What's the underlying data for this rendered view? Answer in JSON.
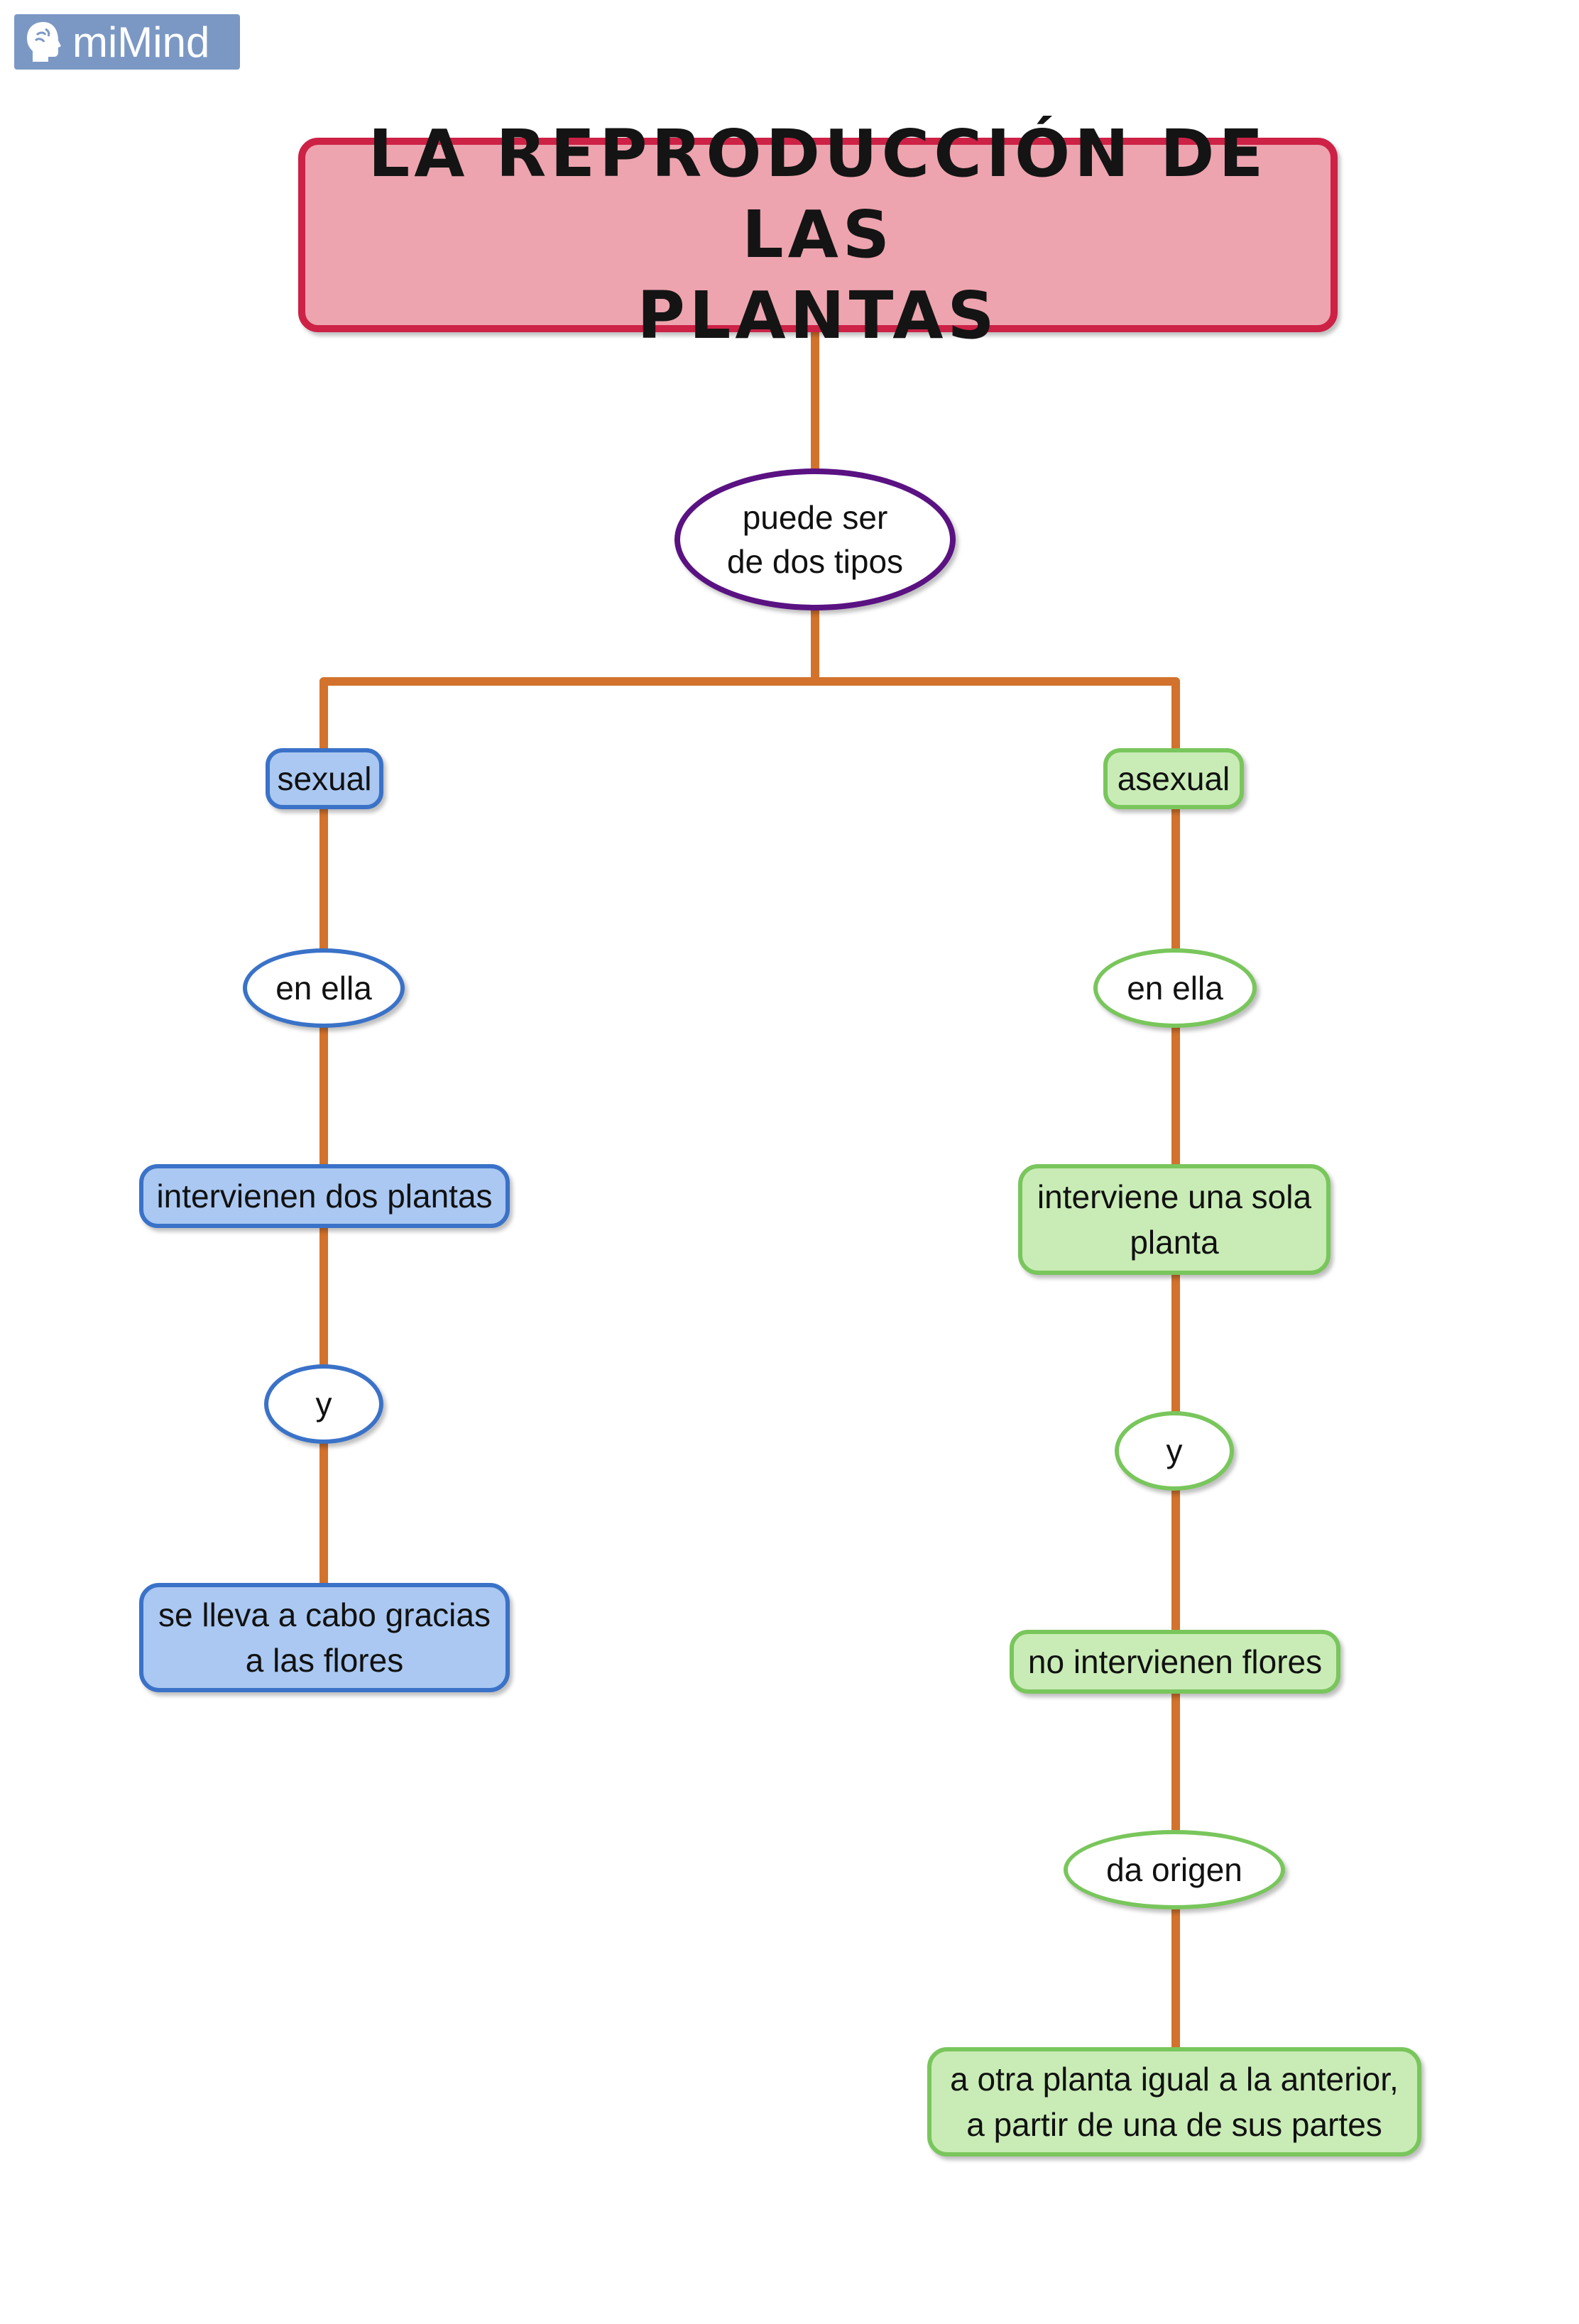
{
  "logo": {
    "icon": "brain-head-icon",
    "text": "miMind"
  },
  "title": {
    "line1": "LA REPRODUCCIÓN DE LAS",
    "line2": "PLANTAS"
  },
  "connector": {
    "line1": "puede ser",
    "line2": "de dos tipos"
  },
  "left_branch": {
    "type_label": "sexual",
    "link1": "en ella",
    "detail1": "intervienen dos plantas",
    "link2": "y",
    "detail2": {
      "line1": "se lleva a cabo gracias",
      "line2": "a las flores"
    }
  },
  "right_branch": {
    "type_label": "asexual",
    "link1": "en ella",
    "detail1": {
      "line1": "interviene una sola",
      "line2": "planta"
    },
    "link2": "y",
    "detail2": "no intervienen flores",
    "link3": "da origen",
    "detail3": {
      "line1": "a otra planta igual a la anterior,",
      "line2": "a partir de una de sus partes"
    }
  },
  "colors": {
    "edge": "#d2722c",
    "title_fill": "#eda4ae",
    "title_border": "#cd2146",
    "connector_border": "#5a1282",
    "left_fill": "#aac8f1",
    "left_border": "#3a72c8",
    "right_fill": "#c9ecb6",
    "right_border": "#79c65c",
    "logo_bg": "#7b98c4"
  }
}
